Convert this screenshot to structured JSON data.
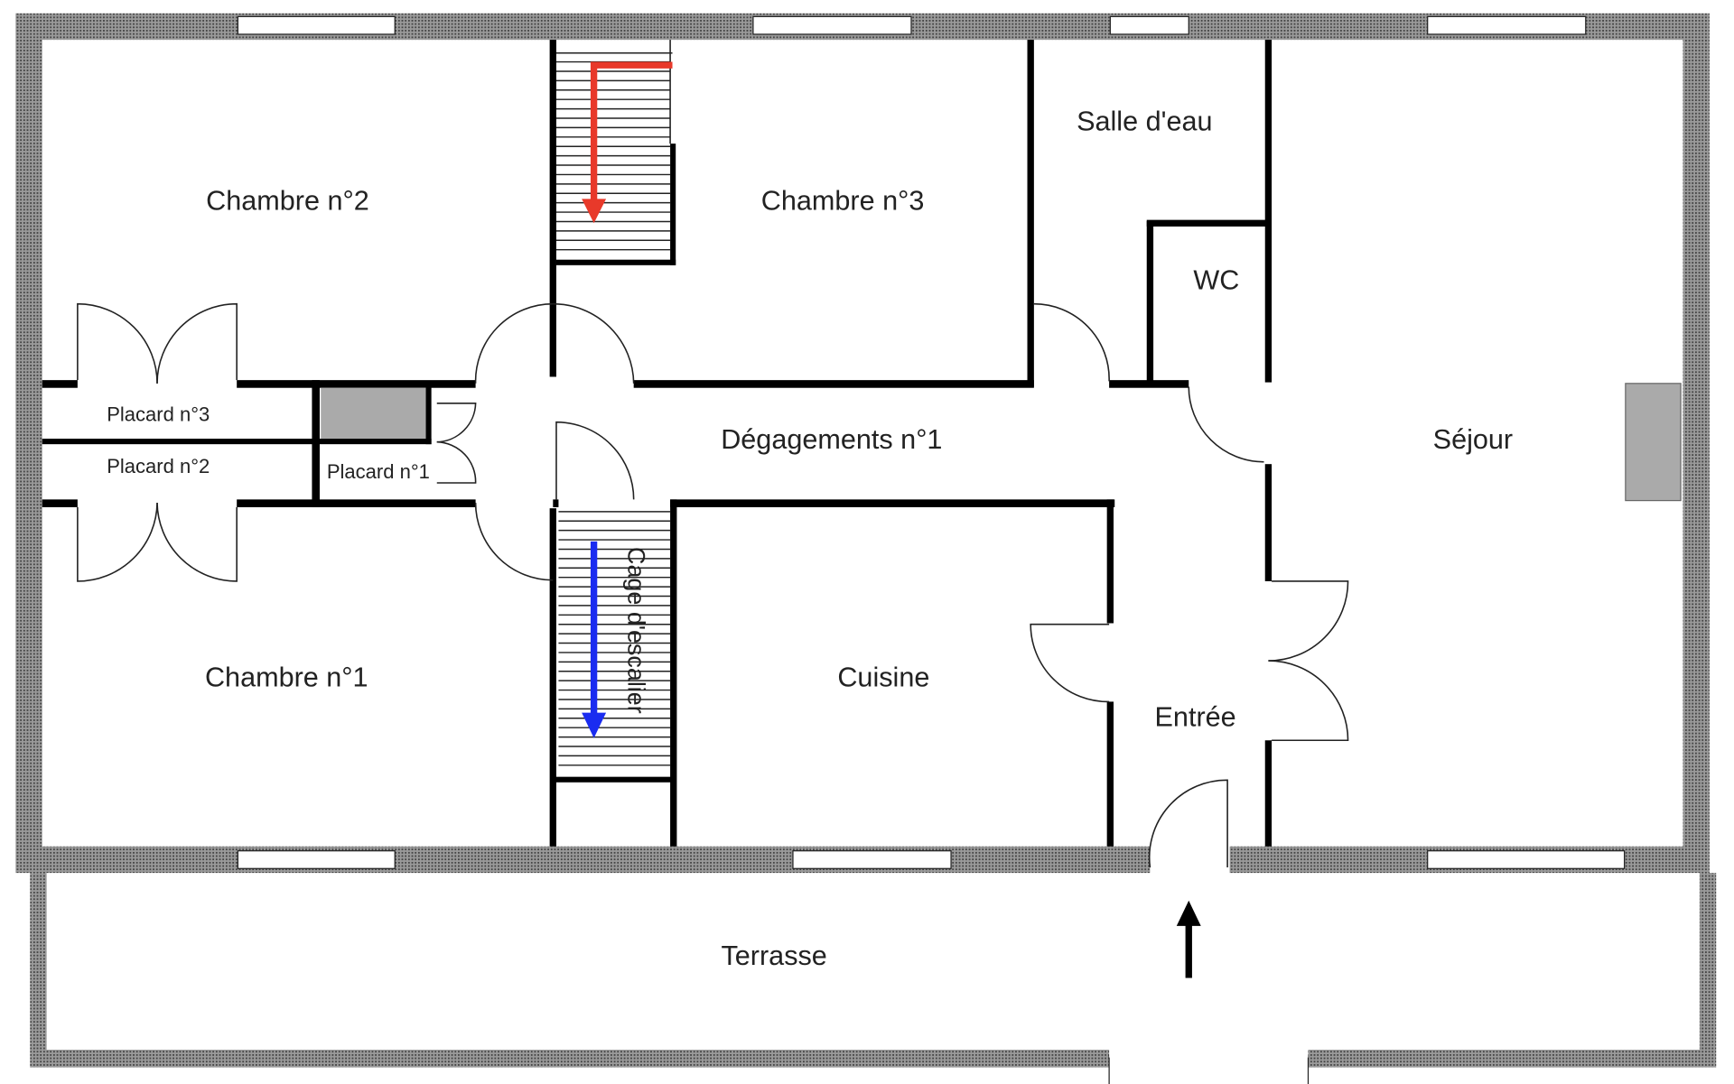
{
  "plan": {
    "rooms": {
      "chambre2": "Chambre n°2",
      "chambre3": "Chambre n°3",
      "salle_eau": "Salle d'eau",
      "wc": "WC",
      "sejour": "Séjour",
      "placard3": "Placard n°3",
      "placard2": "Placard n°2",
      "placard1": "Placard n°1",
      "degagements": "Dégagements n°1",
      "chambre1": "Chambre n°1",
      "cage": "Cage d'escalier",
      "cuisine": "Cuisine",
      "entree": "Entrée",
      "terrasse": "Terrasse"
    },
    "colors": {
      "stair_up_arrow": "#e8392a",
      "stair_down_arrow": "#1a2cf0",
      "fill_grey": "#aaaaaa",
      "wall_hatch": "#6e6e6e"
    }
  }
}
